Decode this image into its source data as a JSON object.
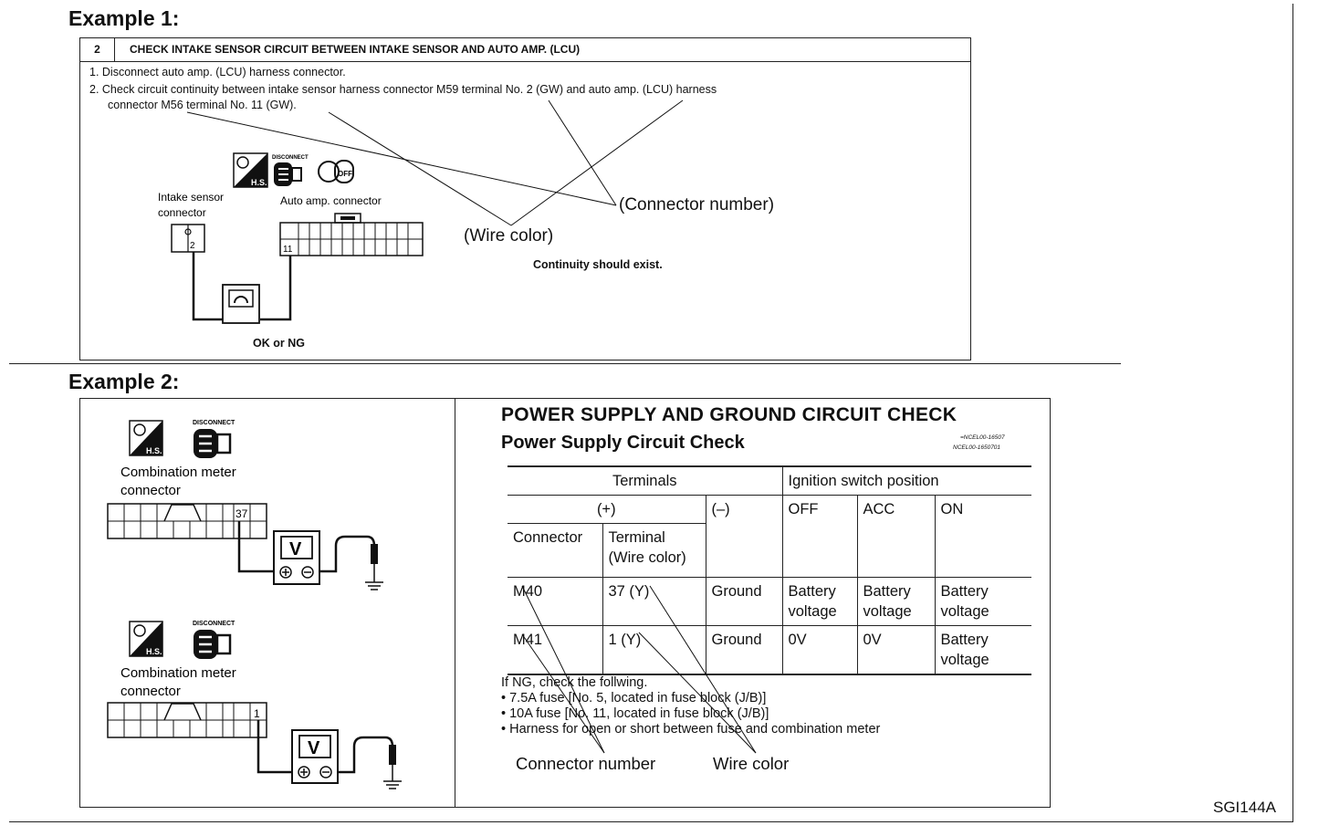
{
  "example1": {
    "heading": "Example 1:",
    "step_number": "2",
    "step_title": "CHECK INTAKE SENSOR CIRCUIT BETWEEN INTAKE SENSOR AND AUTO AMP. (LCU)",
    "instructions": [
      "1. Disconnect auto amp. (LCU) harness connector.",
      "2. Check circuit continuity between intake sensor harness connector M59 terminal No. 2 (GW) and auto amp. (LCU) harness",
      "connector M56 terminal No. 11 (GW)."
    ],
    "disconnect_label": "DISCONNECT",
    "hs_label": "H.S.",
    "off_label": "OFF",
    "intake_sensor_label": [
      "Intake sensor",
      "connector"
    ],
    "auto_amp_label": "Auto amp. connector",
    "terminal_2": "2",
    "terminal_11": "11",
    "callout_connector_number": "(Connector number)",
    "callout_wire_color": "(Wire color)",
    "continuity": "Continuity should exist.",
    "ok_ng": "OK or NG"
  },
  "example2": {
    "heading": "Example 2:",
    "disconnect_label": "DISCONNECT",
    "hs_label": "H.S.",
    "combination_meter_label": [
      "Combination meter",
      "connector"
    ],
    "terminal_37": "37",
    "terminal_1": "1",
    "meter_symbol": "V",
    "title": "POWER SUPPLY AND GROUND CIRCUIT CHECK",
    "subtitle": "Power Supply Circuit Check",
    "ref_codes": [
      "=NCEL00-16507",
      "NCEL00-1650701"
    ],
    "table": {
      "terminals": "Terminals",
      "ignition": "Ignition switch position",
      "plus": "(+)",
      "minus": "(–)",
      "off": "OFF",
      "acc": "ACC",
      "on": "ON",
      "connector": "Connector",
      "terminal": "Terminal",
      "wire_color": "(Wire color)",
      "rows": [
        {
          "connector": "M40",
          "terminal": "37 (Y)",
          "minus": "Ground",
          "off": [
            "Battery",
            "voltage"
          ],
          "acc": [
            "Battery",
            "voltage"
          ],
          "on": [
            "Battery",
            "voltage"
          ]
        },
        {
          "connector": "M41",
          "terminal": "1 (Y)",
          "minus": "Ground",
          "off": [
            "0V",
            ""
          ],
          "acc": [
            "0V",
            ""
          ],
          "on": [
            "Battery",
            "voltage"
          ]
        }
      ]
    },
    "notes": [
      "If NG, check the follwing.",
      "• 7.5A fuse [No. 5, located in fuse block (J/B)]",
      "• 10A fuse [No. 11, located in fuse block (J/B)]",
      "• Harness for open or short between fuse and combination meter"
    ],
    "callout_connector_number": "Connector number",
    "callout_wire_color": "Wire color"
  },
  "figure_id": "SGI144A"
}
